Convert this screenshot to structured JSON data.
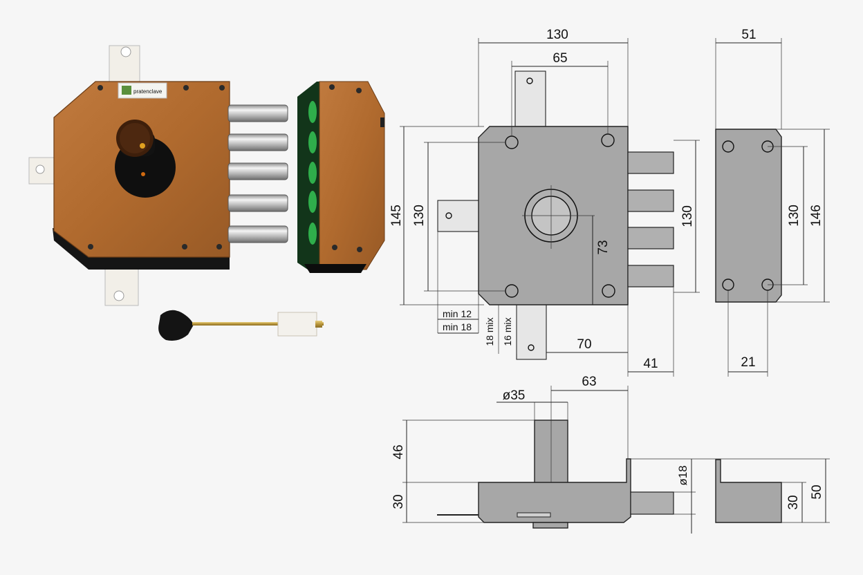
{
  "photo": {
    "logo_text": "pratenclave"
  },
  "front_view": {
    "width": "130",
    "hole_spacing_top": "65",
    "height": "145",
    "inner_height": "130",
    "bolt_span": "130",
    "cylinder_offset": "73",
    "bolt_throw": "41",
    "bottom_tongue_offset": "70",
    "min_12": "min 12",
    "min_18": "min 18",
    "mix_18": "18 mix",
    "mix_16": "16 mix"
  },
  "keeper_view": {
    "width": "51",
    "height": "146",
    "hole_spacing": "130",
    "bottom_width": "21"
  },
  "side_view": {
    "cylinder_diameter": "ø35",
    "cylinder_offset": "63",
    "cylinder_height": "46",
    "body_depth": "30",
    "bolt_diameter": "ø18",
    "keeper_depth": "30",
    "keeper_total": "50"
  },
  "colors": {
    "lock_body": "#b06a2e",
    "drawing_fill": "#a7a7a7",
    "background": "#f6f6f6"
  }
}
